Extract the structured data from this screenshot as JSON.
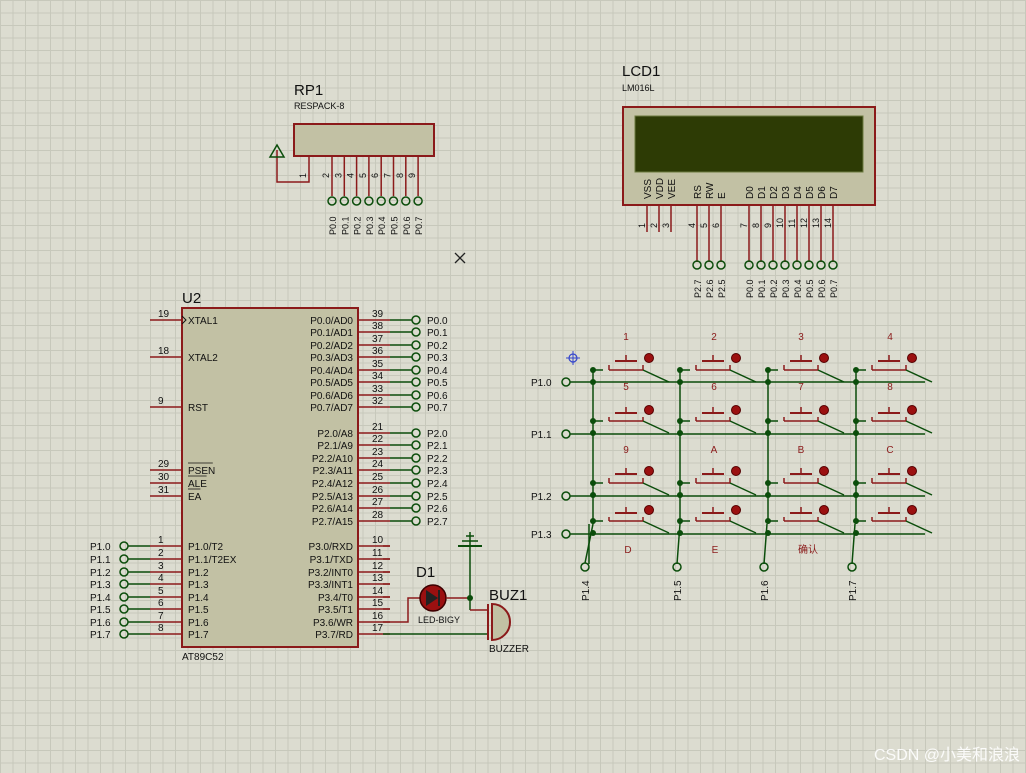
{
  "rp1": {
    "ref": "RP1",
    "value": "RESPACK-8",
    "common_pin": "1",
    "pins": [
      "2",
      "3",
      "4",
      "5",
      "6",
      "7",
      "8",
      "9"
    ],
    "nets": [
      "P0.0",
      "P0.1",
      "P0.2",
      "P0.3",
      "P0.4",
      "P0.5",
      "P0.6",
      "P0.7"
    ]
  },
  "lcd1": {
    "ref": "LCD1",
    "value": "LM016L",
    "pin_names": [
      "VSS",
      "VDD",
      "VEE",
      "RS",
      "RW",
      "E",
      "D0",
      "D1",
      "D2",
      "D3",
      "D4",
      "D5",
      "D6",
      "D7"
    ],
    "pin_numbers": [
      "1",
      "2",
      "3",
      "4",
      "5",
      "6",
      "7",
      "8",
      "9",
      "10",
      "11",
      "12",
      "13",
      "14"
    ],
    "nets": [
      "P2.7",
      "P2.6",
      "P2.5",
      "P0.0",
      "P0.1",
      "P0.2",
      "P0.3",
      "P0.4",
      "P0.5",
      "P0.6",
      "P0.7"
    ]
  },
  "u2": {
    "ref": "U2",
    "value": "AT89C52",
    "left_pins": [
      {
        "num": "19",
        "name": "XTAL1"
      },
      {
        "num": "18",
        "name": "XTAL2"
      },
      {
        "num": "9",
        "name": "RST"
      },
      {
        "num": "29",
        "name": "PSEN"
      },
      {
        "num": "30",
        "name": "ALE"
      },
      {
        "num": "31",
        "name": "EA"
      },
      {
        "num": "1",
        "name": "P1.0/T2"
      },
      {
        "num": "2",
        "name": "P1.1/T2EX"
      },
      {
        "num": "3",
        "name": "P1.2"
      },
      {
        "num": "4",
        "name": "P1.3"
      },
      {
        "num": "5",
        "name": "P1.4"
      },
      {
        "num": "6",
        "name": "P1.5"
      },
      {
        "num": "7",
        "name": "P1.6"
      },
      {
        "num": "8",
        "name": "P1.7"
      }
    ],
    "right_pins": [
      {
        "num": "39",
        "name": "P0.0/AD0"
      },
      {
        "num": "38",
        "name": "P0.1/AD1"
      },
      {
        "num": "37",
        "name": "P0.2/AD2"
      },
      {
        "num": "36",
        "name": "P0.3/AD3"
      },
      {
        "num": "35",
        "name": "P0.4/AD4"
      },
      {
        "num": "34",
        "name": "P0.5/AD5"
      },
      {
        "num": "33",
        "name": "P0.6/AD6"
      },
      {
        "num": "32",
        "name": "P0.7/AD7"
      },
      {
        "num": "21",
        "name": "P2.0/A8"
      },
      {
        "num": "22",
        "name": "P2.1/A9"
      },
      {
        "num": "23",
        "name": "P2.2/A10"
      },
      {
        "num": "24",
        "name": "P2.3/A11"
      },
      {
        "num": "25",
        "name": "P2.4/A12"
      },
      {
        "num": "26",
        "name": "P2.5/A13"
      },
      {
        "num": "27",
        "name": "P2.6/A14"
      },
      {
        "num": "28",
        "name": "P2.7/A15"
      },
      {
        "num": "10",
        "name": "P3.0/RXD"
      },
      {
        "num": "11",
        "name": "P3.1/TXD"
      },
      {
        "num": "12",
        "name": "P3.2/INT0"
      },
      {
        "num": "13",
        "name": "P3.3/INT1"
      },
      {
        "num": "14",
        "name": "P3.4/T0"
      },
      {
        "num": "15",
        "name": "P3.5/T1"
      },
      {
        "num": "16",
        "name": "P3.6/WR"
      },
      {
        "num": "17",
        "name": "P3.7/RD"
      }
    ],
    "right_terminals": [
      "P0.0",
      "P0.1",
      "P0.2",
      "P0.3",
      "P0.4",
      "P0.5",
      "P0.6",
      "P0.7",
      "P2.0",
      "P2.1",
      "P2.2",
      "P2.3",
      "P2.4",
      "P2.5",
      "P2.6",
      "P2.7"
    ],
    "left_terminals": [
      "P1.0",
      "P1.1",
      "P1.2",
      "P1.3",
      "P1.4",
      "P1.5",
      "P1.6",
      "P1.7"
    ]
  },
  "d1": {
    "ref": "D1",
    "value": "LED-BIGY"
  },
  "buz1": {
    "ref": "BUZ1",
    "value": "BUZZER"
  },
  "keypad": {
    "row_labels": [
      "P1.0",
      "P1.1",
      "P1.2",
      "P1.3"
    ],
    "col_labels": [
      "P1.4",
      "P1.5",
      "P1.6",
      "P1.7"
    ],
    "keys": [
      "1",
      "2",
      "3",
      "4",
      "5",
      "6",
      "7",
      "8",
      "9",
      "A",
      "B",
      "C",
      "D",
      "E",
      "确认"
    ]
  },
  "watermark": "CSDN @小美和浪浪",
  "colors": {
    "component": "#8b1a1a",
    "body_fill": "#c2c1a4",
    "wire": "#0b4d0b",
    "text": "#111111",
    "lcd_screen": "#2d3b05",
    "led_fill": "#9b1010"
  }
}
